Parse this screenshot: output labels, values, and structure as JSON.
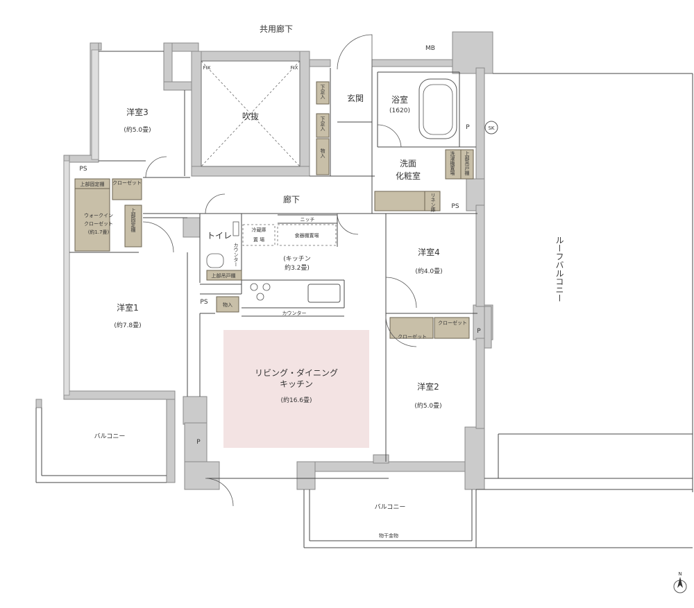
{
  "labels": {
    "corridor_common": "共用廊下",
    "mb": "MB",
    "fix1": "FIX",
    "fix2": "FIX",
    "fukinuke": "吹抜",
    "genkan": "玄関",
    "geta1": "下足入",
    "geta2": "下足入",
    "mono1": "物入",
    "yokushitsu": "浴室",
    "yokushitsu_size": "(1620)",
    "senmen": "洗面",
    "keshoushitsu": "化粧室",
    "sentakuki": "洗濯機置場",
    "joubu_todana": "上部吊戸棚",
    "linen": "リネン庫",
    "p1": "P",
    "sk": "SK",
    "ps1": "PS",
    "ps2": "PS",
    "ps3": "PS",
    "youshitsu3": "洋室3",
    "youshitsu3_area": "(約5.0畳)",
    "closet1": "クローゼット",
    "joubu_kotei1": "上部固定棚",
    "joubu_kotei2": "上部固定棚",
    "wic": "ウォークイン",
    "wic2": "クローゼット",
    "wic_area": "(約1.7畳)",
    "rouka": "廊下",
    "niche": "ニッチ",
    "toilet": "トイレ",
    "counter_v": "カウンター",
    "joubu_toilet": "上部吊戸棚",
    "reizouko": "冷蔵庫",
    "okiba": "置 場",
    "shokkidana": "食器棚置場",
    "kitchen": "(キッチン",
    "kitchen_area": "約3.2畳)",
    "counter": "カウンター",
    "mono2": "物入",
    "youshitsu1": "洋室1",
    "youshitsu1_area": "(約7.8畳)",
    "ldk1": "リビング・ダイニング",
    "ldk2": "キッチン",
    "ldk_area": "(約16.6畳)",
    "youshitsu4": "洋室4",
    "youshitsu4_area": "(約4.0畳)",
    "closet2": "クローゼット",
    "closet3": "クローゼット",
    "p2": "P",
    "youshitsu2": "洋室2",
    "youshitsu2_area": "(約5.0畳)",
    "p3": "P",
    "balcony1": "バルコニー",
    "balcony2": "バルコニー",
    "monohoshi": "物干金物",
    "roof_balcony": "ルーフバルコニー",
    "north": "N"
  },
  "colors": {
    "wall": "#cbcbcb",
    "storage": "#c8bfa8",
    "ldk": "#f3e3e3"
  }
}
